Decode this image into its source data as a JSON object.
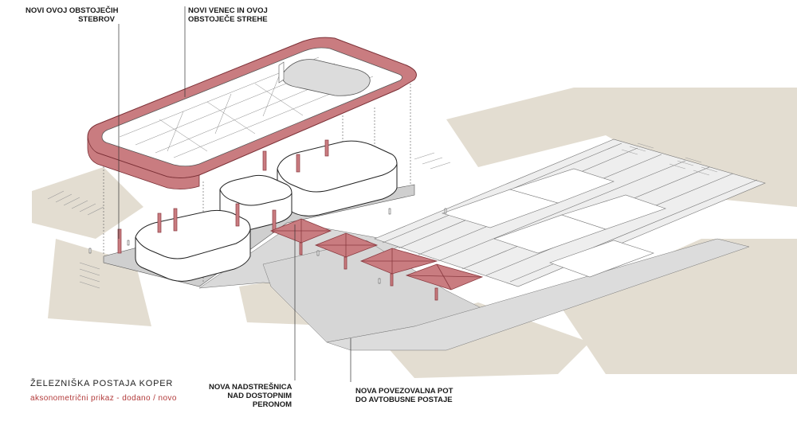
{
  "labels": {
    "columns": [
      "NOVI  OVOJ OBSTOJEČIH",
      "STEBROV"
    ],
    "roof": [
      "NOVI VENEC IN OVOJ",
      "OBSTOJEČE STREHE"
    ],
    "canopy": [
      "NOVA NADSTREŠNICA",
      "NAD DOSTOPNIM",
      "PERONOM"
    ],
    "path": [
      "NOVA POVEZOVALNA POT",
      "DO AVTOBUSNE POSTAJE"
    ]
  },
  "caption": {
    "title": "ŽELEZNIŠKA POSTAJA KOPER",
    "subtitle": "aksonometrični prikaz - dodano / novo"
  },
  "colors": {
    "new_element": "#c97c80",
    "new_element_stroke": "#8a3a40",
    "ground_beige": "#e3ddd1",
    "platform_grey": "#d9d9d9",
    "line": "#333333",
    "subtitle": "#b23a3a"
  }
}
